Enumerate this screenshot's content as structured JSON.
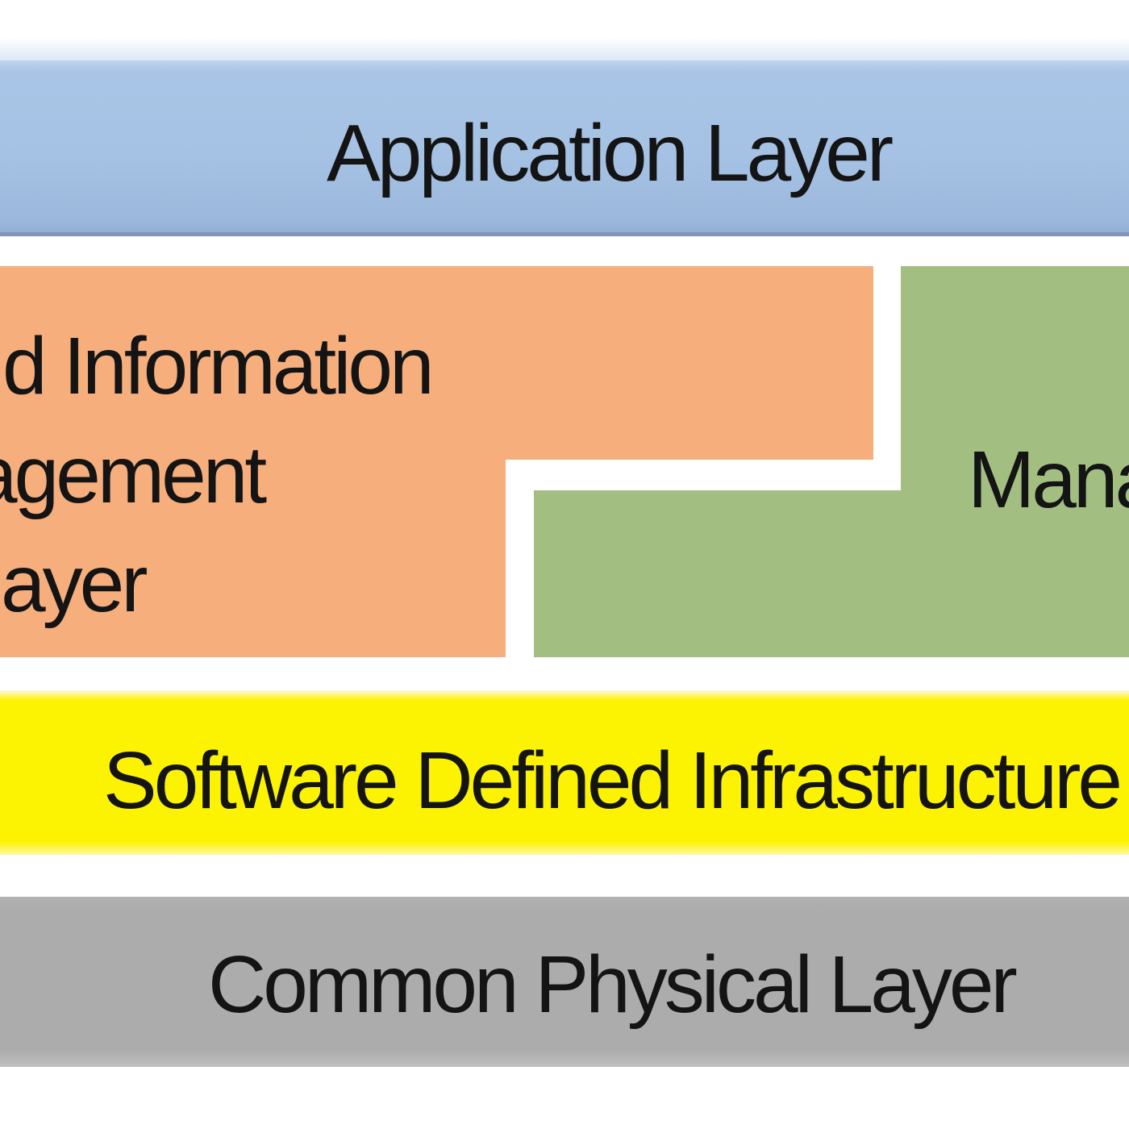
{
  "diagram": {
    "background": "#ffffff",
    "text_color": "#141414",
    "bands": {
      "application": {
        "label": "Application Layer",
        "color": "#a5c2e4",
        "edge_color": "#8096b2"
      },
      "information_management": {
        "lines": [
          "d Information",
          "agement",
          "ayer"
        ],
        "note_visible_fragment": "text cut off at left edge of image",
        "color": "#f6ae7c"
      },
      "management": {
        "label": "Mana",
        "note_visible_fragment": "text cut off at right edge of image",
        "color": "#a2bf81"
      },
      "software_defined_infrastructure": {
        "label": "Software Defined Infrastructure",
        "color": "#fcf303"
      },
      "common_physical": {
        "label": "Common Physical Layer",
        "color": "#acacac"
      }
    }
  }
}
